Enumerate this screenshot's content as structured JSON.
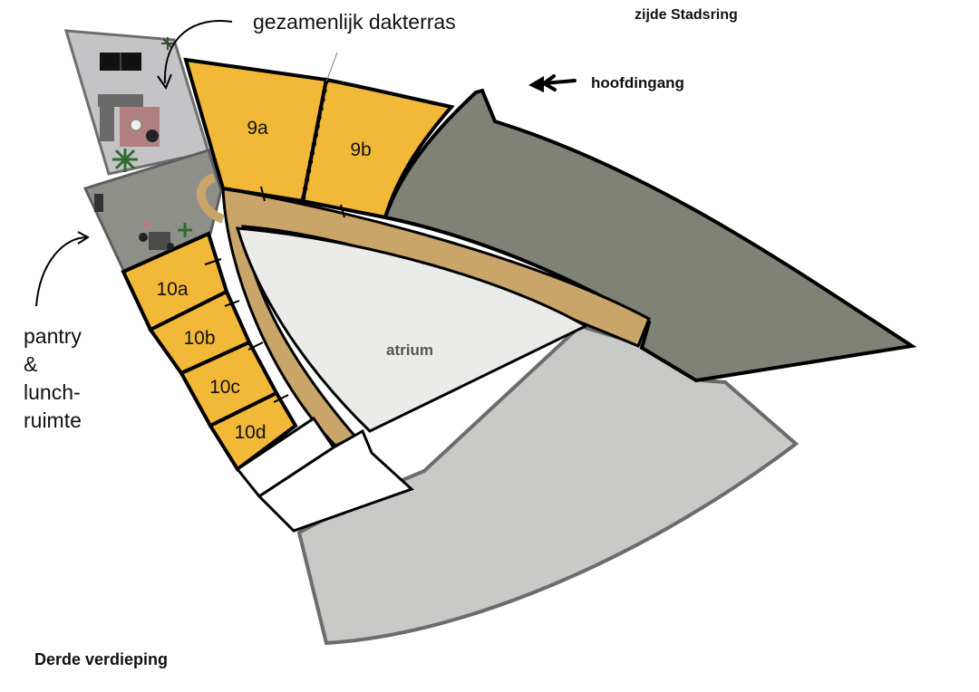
{
  "labels": {
    "roof_terrace": "gezamenlijk dakterras",
    "city_side": "zijde Stadsring",
    "main_entrance": "hoofdingang",
    "pantry": "pantry\n&\nlunch-\nruimte",
    "floor": "Derde verdieping",
    "atrium": "atrium"
  },
  "units": [
    {
      "id": "9a"
    },
    {
      "id": "9b"
    },
    {
      "id": "10a"
    },
    {
      "id": "10b"
    },
    {
      "id": "10c"
    },
    {
      "id": "10d"
    }
  ],
  "colors": {
    "unit_fill": "#f2b837",
    "corridor_fill": "#c9a56a",
    "dark_wing": "#808276",
    "light_wing": "#c9c9c7",
    "atrium_fill": "#ebebea",
    "terrace_fill": "#c4c4c6",
    "pantry_fill": "#8f8f8a",
    "outline": "#000000"
  }
}
